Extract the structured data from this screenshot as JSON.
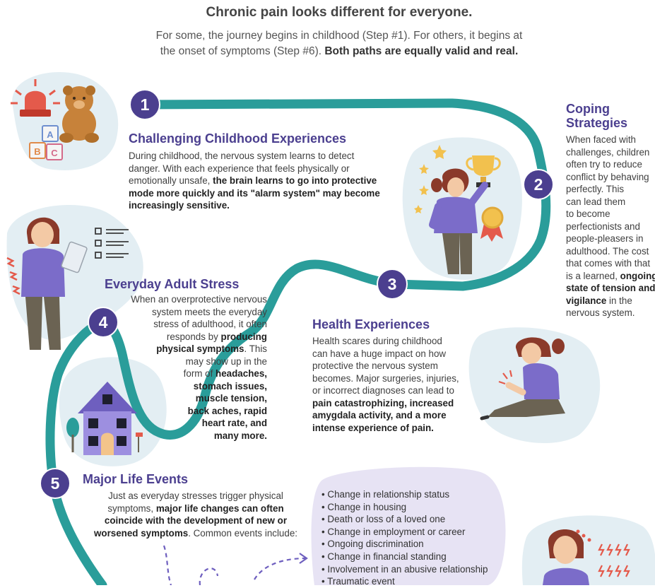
{
  "header": {
    "title": "Chronic pain looks different for everyone.",
    "subtitle_line1": "For some, the journey begins in childhood (Step #1). For others, it begins at",
    "subtitle_line2_plain": "the onset of symptoms (Step #6). ",
    "subtitle_line2_bold": "Both paths are equally valid and real."
  },
  "steps": [
    {
      "number": "1",
      "title": "Challenging Childhood Experiences",
      "lines": [
        {
          "t": "During childhood, the nervous system learns to detect"
        },
        {
          "t": "danger. With each experience that feels physically or"
        },
        {
          "t": "emotionally unsafe, ",
          "b": "the brain learns to go into protective"
        },
        {
          "b": "mode more quickly and its \"alarm system\" may become"
        },
        {
          "b": "increasingly sensitive."
        }
      ]
    },
    {
      "number": "2",
      "title_line1": "Coping",
      "title_line2": "Strategies",
      "lines": [
        {
          "t": "When faced with"
        },
        {
          "t": "challenges, children"
        },
        {
          "t": "often try to reduce"
        },
        {
          "t": "conflict by behaving"
        },
        {
          "t": "perfectly. This"
        },
        {
          "t": "can lead them"
        },
        {
          "t": "to become"
        },
        {
          "t": "perfectionists and"
        },
        {
          "t": "people-pleasers in"
        },
        {
          "t": "adulthood. The cost"
        },
        {
          "t": "that comes with that"
        },
        {
          "t": "is a learned, ",
          "b": "ongoing"
        },
        {
          "b": "state of tension and"
        },
        {
          "b": "vigilance",
          "t2": " in the"
        },
        {
          "t": "nervous system."
        }
      ]
    },
    {
      "number": "3",
      "title": "Health Experiences",
      "lines": [
        {
          "t": "Health scares during childhood"
        },
        {
          "t": "can have a huge impact on how"
        },
        {
          "t": "protective the nervous system"
        },
        {
          "t": "becomes. Major surgeries, injuries,"
        },
        {
          "t": "or incorrect diagnoses can lead to"
        },
        {
          "b": "pain catastrophizing, increased"
        },
        {
          "b": "amygdala activity, and a more"
        },
        {
          "b": "intense experience of pain."
        }
      ]
    },
    {
      "number": "4",
      "title": "Everyday Adult Stress",
      "lines": [
        {
          "t": "When an overprotective nervous"
        },
        {
          "t": "system meets the everyday"
        },
        {
          "t": "stress of adulthood, it often"
        },
        {
          "t": "responds by ",
          "b": "producing"
        },
        {
          "b": "physical symptoms",
          "t2": ". This"
        },
        {
          "t": "may show up in the"
        },
        {
          "t": "form of ",
          "b": "headaches,"
        },
        {
          "b": "stomach issues,"
        },
        {
          "b": "muscle tension,"
        },
        {
          "b": "back aches, rapid"
        },
        {
          "b": "heart rate, and"
        },
        {
          "b": "many more."
        }
      ]
    },
    {
      "number": "5",
      "title": "Major Life Events",
      "lines": [
        {
          "t": "Just as everyday stresses trigger physical"
        },
        {
          "t": "symptoms, ",
          "b": "major life changes can often"
        },
        {
          "b": "coincide with the development of new or"
        },
        {
          "b": "worsened symptoms",
          "t2": ". Common events include:"
        }
      ],
      "events": [
        "Change in relationship status",
        "Change in housing",
        "Death or loss of a loved one",
        "Change in employment or career",
        "Ongoing discrimination",
        "Change in financial standing",
        "Involvement in an abusive relationship",
        "Traumatic event"
      ]
    }
  ],
  "illustrations": {
    "childhood": "toys-alarm-teddy-blocks-illustration",
    "coping": "girl-trophy-medal-illustration",
    "health": "girl-holding-injured-knee-illustration",
    "stress": "woman-checklist-tablet-illustration",
    "house": "purple-house-illustration",
    "symptoms": "woman-with-lightning-pain-illustration",
    "blocks": [
      "A",
      "B",
      "C"
    ]
  },
  "colors": {
    "path": "#2a9d9a",
    "badge": "#4b3f8f",
    "title": "#4b3f8f",
    "blob": "#e3eef3",
    "events_blob": "#e7e3f4",
    "figure_purple": "#7b6cc9",
    "hair": "#8b3a2a"
  }
}
